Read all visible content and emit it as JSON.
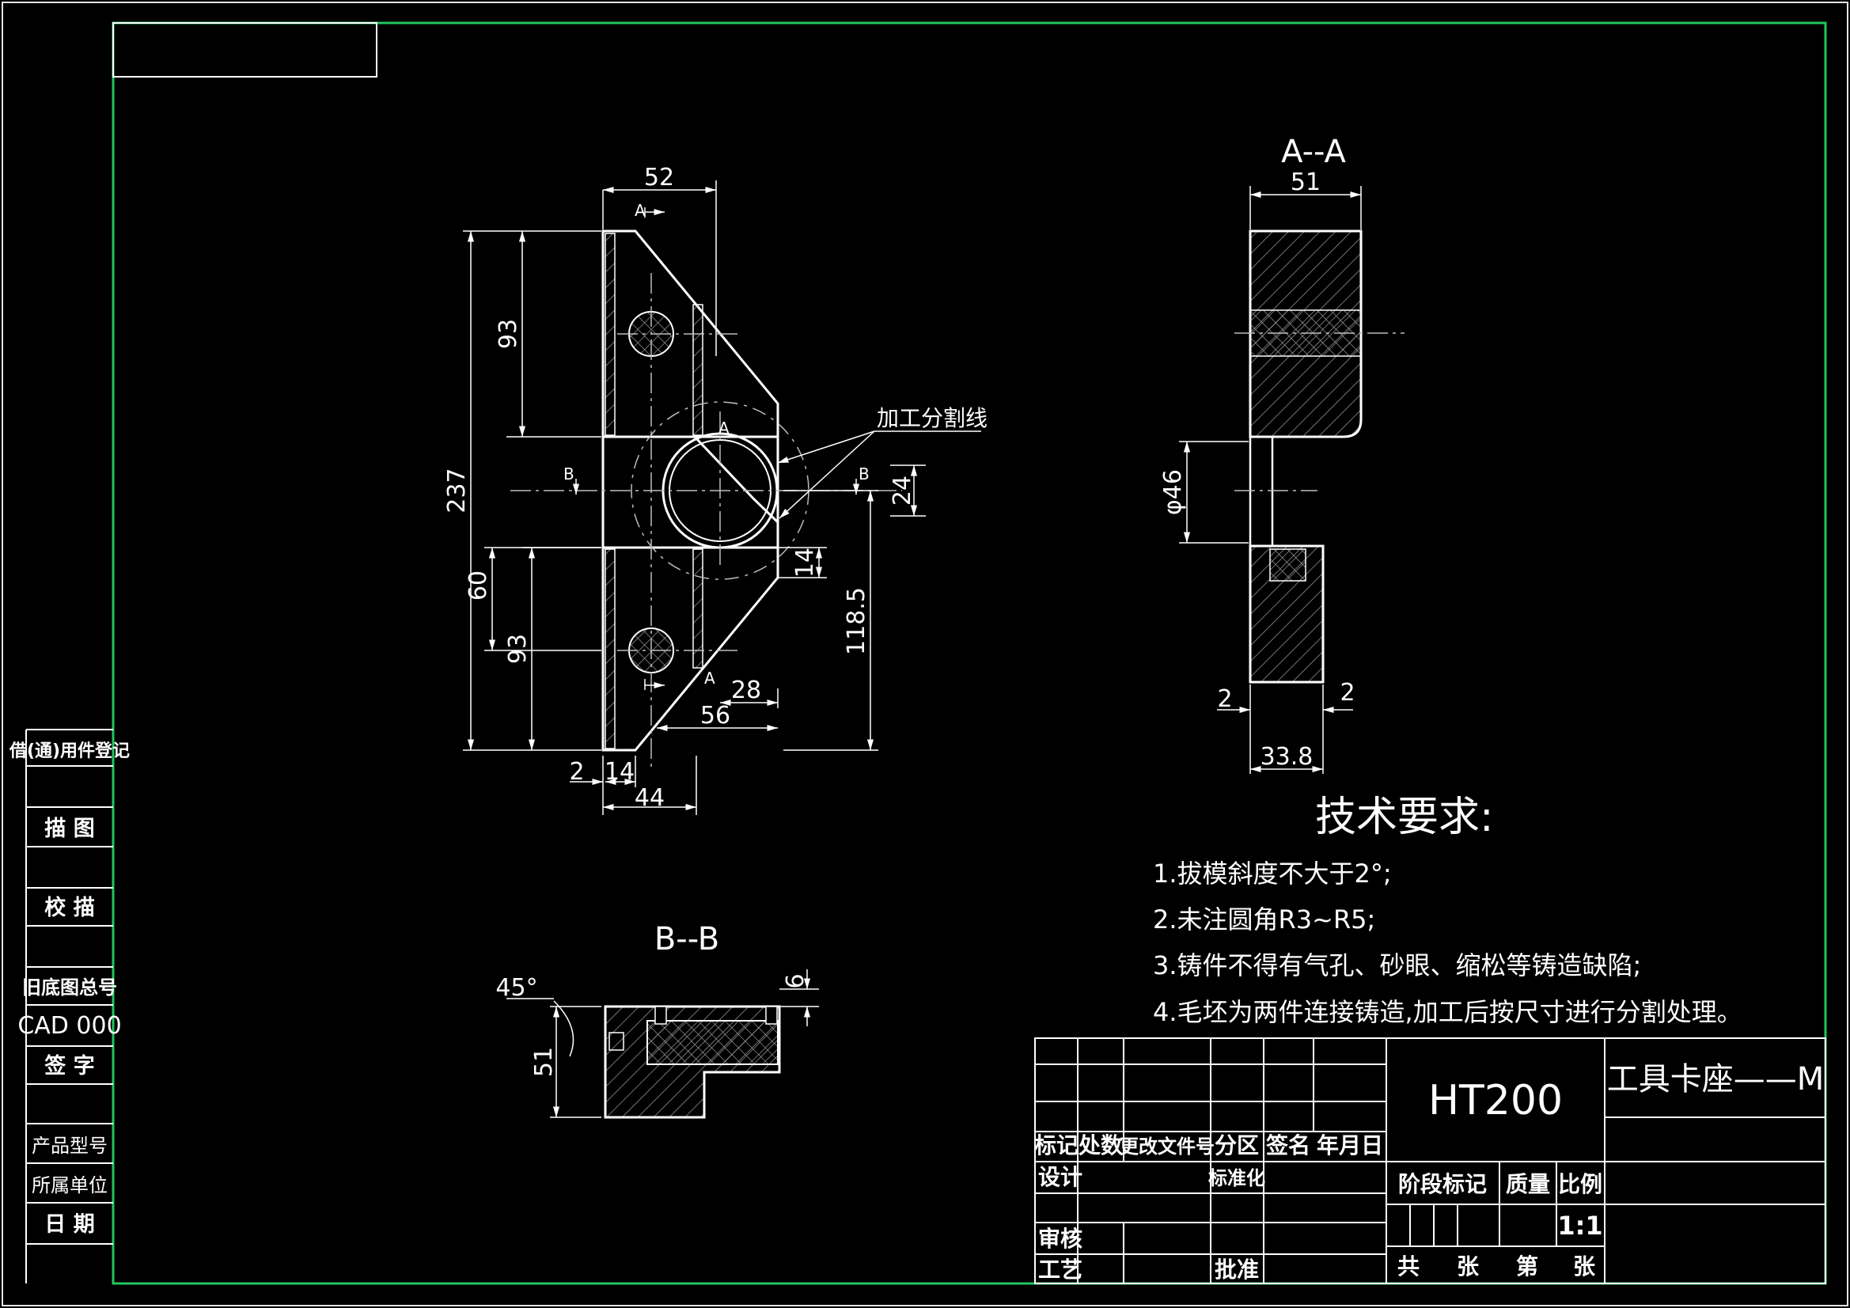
{
  "colors": {
    "background": "#000000",
    "frame": "#22c55e",
    "lines": "#ffffff",
    "hatch": "#9a9a9a",
    "center": "#bdbdbd"
  },
  "views": {
    "main": {
      "dims": {
        "d52": "52",
        "d93a": "93",
        "d237": "237",
        "d24": "24",
        "d14a": "14",
        "d1185": "118.5",
        "d60": "60",
        "d93b": "93",
        "d28": "28",
        "d56": "56",
        "d2": "2",
        "d14b": "14",
        "d44": "44"
      },
      "markers": {
        "a_top": "A",
        "a_circle": "A",
        "a_bottom": "A",
        "b_left": "B",
        "b_right": "B"
      },
      "leader_label": "加工分割线"
    },
    "section_aa": {
      "title": "A--A",
      "dims": {
        "d51": "51",
        "d46": "φ46",
        "d2a": "2",
        "d2b": "2",
        "d338": "33.8"
      }
    },
    "section_bb": {
      "title": "B--B",
      "dims": {
        "d45": "45°",
        "d6": "6",
        "d51": "51"
      }
    }
  },
  "notes": {
    "title": "技术要求:",
    "items": [
      "1.拔模斜度不大于2°;",
      "2.未注圆角R3~R5;",
      "3.铸件不得有气孔、砂眼、缩松等铸造缺陷;",
      "4.毛坯为两件连接铸造,加工后按尺寸进行分割处理。"
    ]
  },
  "side_column": {
    "rows": [
      "借(通)用件登记",
      "描 图",
      "校 描",
      "旧底图总号",
      "CAD 000",
      "签 字",
      "产品型号",
      "所属单位",
      "日 期"
    ]
  },
  "title_block": {
    "material": "HT200",
    "part_name": "工具卡座——M",
    "revision_headers": [
      "标记",
      "处数",
      "更改文件号",
      "分区",
      "签名",
      "年月日"
    ],
    "design": "设计",
    "standardization": "标准化",
    "review": "审核",
    "process": "工艺",
    "approve": "批准",
    "stage_mark": "阶段标记",
    "weight": "质量",
    "scale_label": "比例",
    "scale_value": "1:1",
    "total": "共",
    "sheets_a": "张",
    "sheet_no": "第",
    "sheets_b": "张"
  }
}
